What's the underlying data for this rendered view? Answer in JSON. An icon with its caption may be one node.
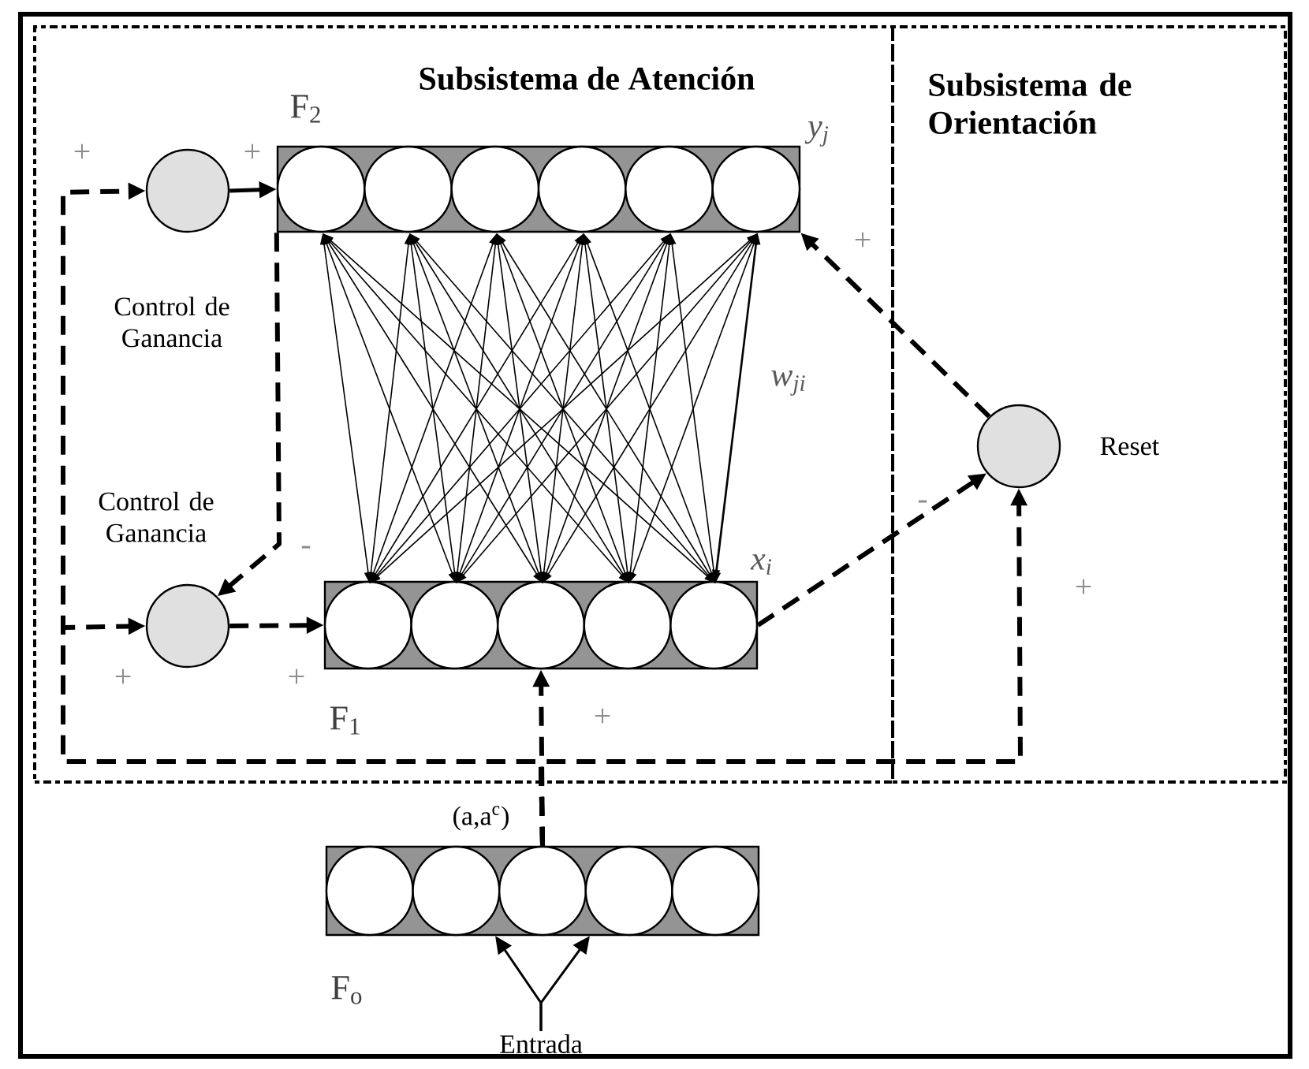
{
  "diagram": {
    "nodes": [
      {
        "text": [
          "Subsistema de Atención"
        ]
      },
      {
        "text": [
          "Subsistema de Orientación"
        ]
      },
      {
        "text": [
          "F$_{2}$"
        ],
        "beside": [
          "y$_{j}$"
        ],
        "in": 0
      },
      {
        "text": [
          "Control de Ganancia"
        ],
        "in": 0
      },
      {
        "text": [
          "Control de Ganancia"
        ],
        "in": 0
      },
      {
        "text": [
          "F$_{1}$"
        ],
        "beside": [
          "x$_{i}$"
        ],
        "in": 0
      },
      {
        "text": [
          "Reset"
        ],
        "in": 1
      },
      {
        "text": [
          "F$_{o}$"
        ]
      },
      {
        "text": [
          "Entrada"
        ]
      }
    ],
    "edges": [
      {
        "from": 7,
        "to": 3,
        "arrow": "to",
        "style": "dashed",
        "label": "+"
      },
      {
        "from": 7,
        "to": 4,
        "arrow": "to",
        "style": "dashed",
        "label": "+"
      },
      {
        "from": 7,
        "to": 5,
        "arrow": "to",
        "style": "dashed",
        "label": "+"
      },
      {
        "from": 7,
        "to": 6,
        "arrow": "to",
        "style": "dashed",
        "label": "+"
      },
      {
        "from": 3,
        "to": 2,
        "arrow": "to",
        "label": "+"
      },
      {
        "from": 2,
        "to": 4,
        "arrow": "to",
        "style": "dashed",
        "label": "-"
      },
      {
        "from": 4,
        "to": 5,
        "arrow": "to",
        "style": "dashed",
        "label": "+"
      },
      {
        "from": 5,
        "to": 6,
        "arrow": "to",
        "style": "dashed",
        "label": "-"
      },
      {
        "from": 6,
        "to": 2,
        "arrow": "to",
        "style": "dashed",
        "label": "+"
      },
      {
        "from": 2,
        "to": 5,
        "arrow": "both",
        "label": "w$_{ji}$"
      },
      {
        "from": 8,
        "to": 7,
        "arrow": "to"
      },
      {
        "from": 8,
        "to": 7,
        "arrow": "to"
      }
    ],
    "labels": [
      "(a,a$^{c}$)"
    ]
  }
}
